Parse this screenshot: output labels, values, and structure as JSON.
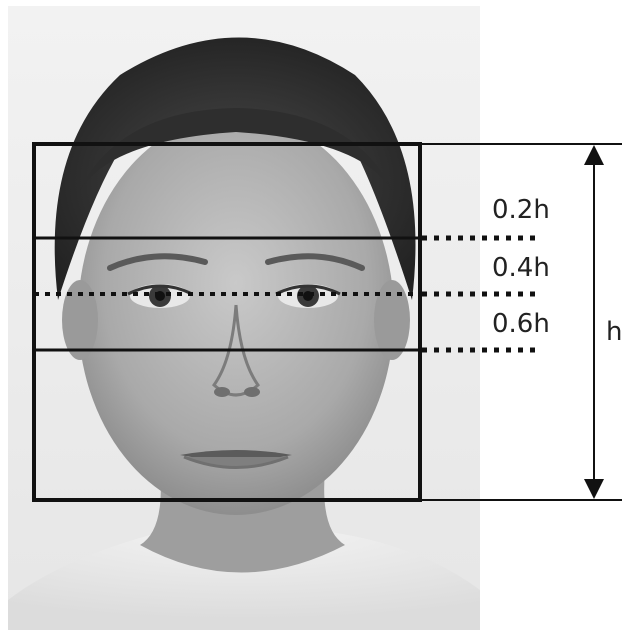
{
  "labels": {
    "line_1": "0.2h",
    "line_2": "0.4h",
    "line_3": "0.6h",
    "height": "h"
  },
  "colors": {
    "background": "#ffffff",
    "photo_background": "#eeeeee",
    "lines": "#111111"
  }
}
